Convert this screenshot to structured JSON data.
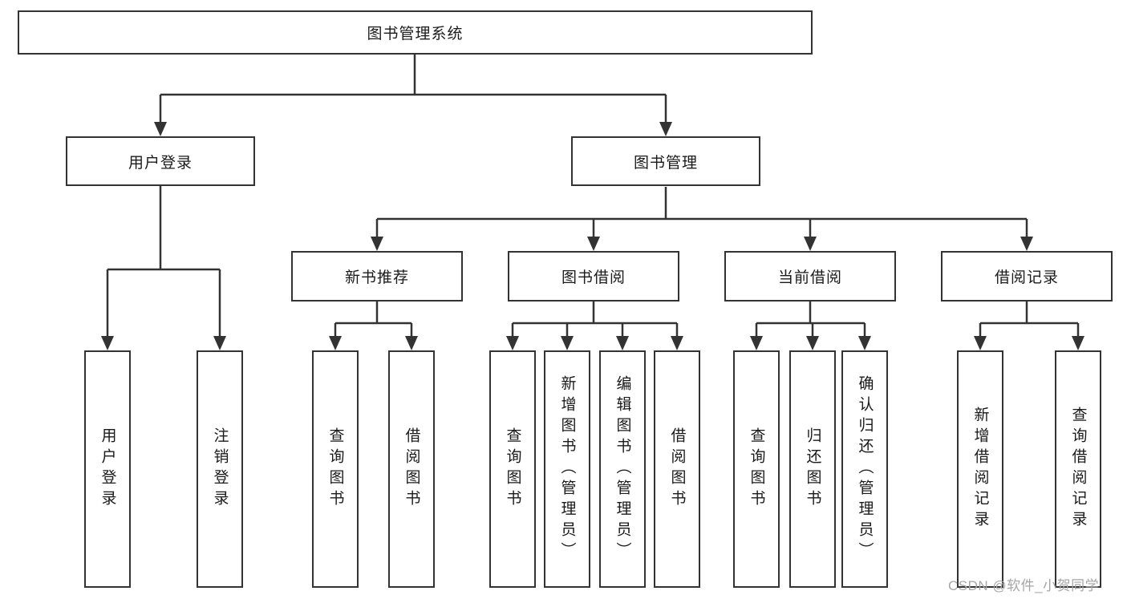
{
  "tree": {
    "root": "图书管理系统",
    "branches": [
      {
        "label": "用户登录",
        "children": [
          "用户登录",
          "注销登录"
        ]
      },
      {
        "label": "图书管理",
        "sections": [
          {
            "label": "新书推荐",
            "children": [
              "查询图书",
              "借阅图书"
            ]
          },
          {
            "label": "图书借阅",
            "children": [
              "查询图书",
              "新增图书（管理员）",
              "编辑图书（管理员）",
              "借阅图书"
            ]
          },
          {
            "label": "当前借阅",
            "children": [
              "查询图书",
              "归还图书",
              "确认归还（管理员）"
            ]
          },
          {
            "label": "借阅记录",
            "children": [
              "新增借阅记录",
              "查询借阅记录"
            ]
          }
        ]
      }
    ]
  },
  "watermark": "CSDN @软件_小贺同学",
  "colors": {
    "line": "#333333",
    "box_border": "#333333",
    "box_fill": "#ffffff",
    "text": "#1a1a1a",
    "watermark_text": "#a6a6a6",
    "background": "#ffffff"
  }
}
